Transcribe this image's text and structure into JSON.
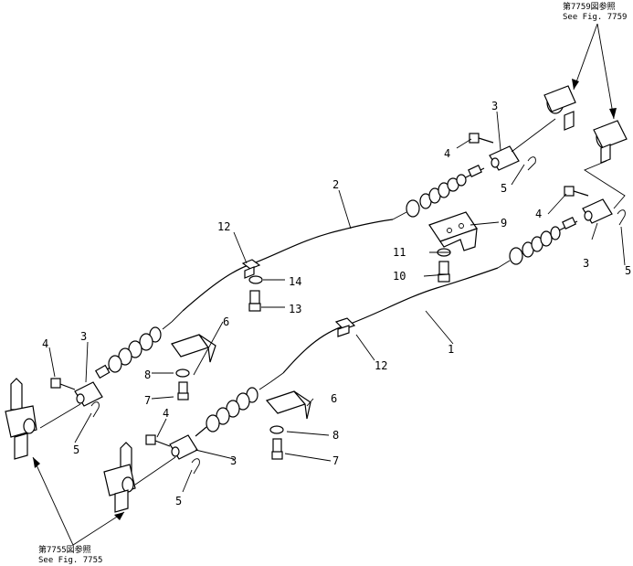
{
  "references": {
    "top_right": {
      "jp": "第7759図参照",
      "en": "See Fig. 7759"
    },
    "bottom_left": {
      "jp": "第7755図参照",
      "en": "See Fig. 7755"
    }
  },
  "callouts": {
    "c1": "1",
    "c2": "2",
    "c3a": "3",
    "c3b": "3",
    "c3c": "3",
    "c3d": "3",
    "c4a": "4",
    "c4b": "4",
    "c4c": "4",
    "c4d": "4",
    "c5a": "5",
    "c5b": "5",
    "c5c": "5",
    "c5d": "5",
    "c6a": "6",
    "c6b": "6",
    "c7a": "7",
    "c7b": "7",
    "c8a": "8",
    "c8b": "8",
    "c9": "9",
    "c10": "10",
    "c11": "11",
    "c12a": "12",
    "c12b": "12",
    "c13": "13",
    "c14": "14"
  }
}
